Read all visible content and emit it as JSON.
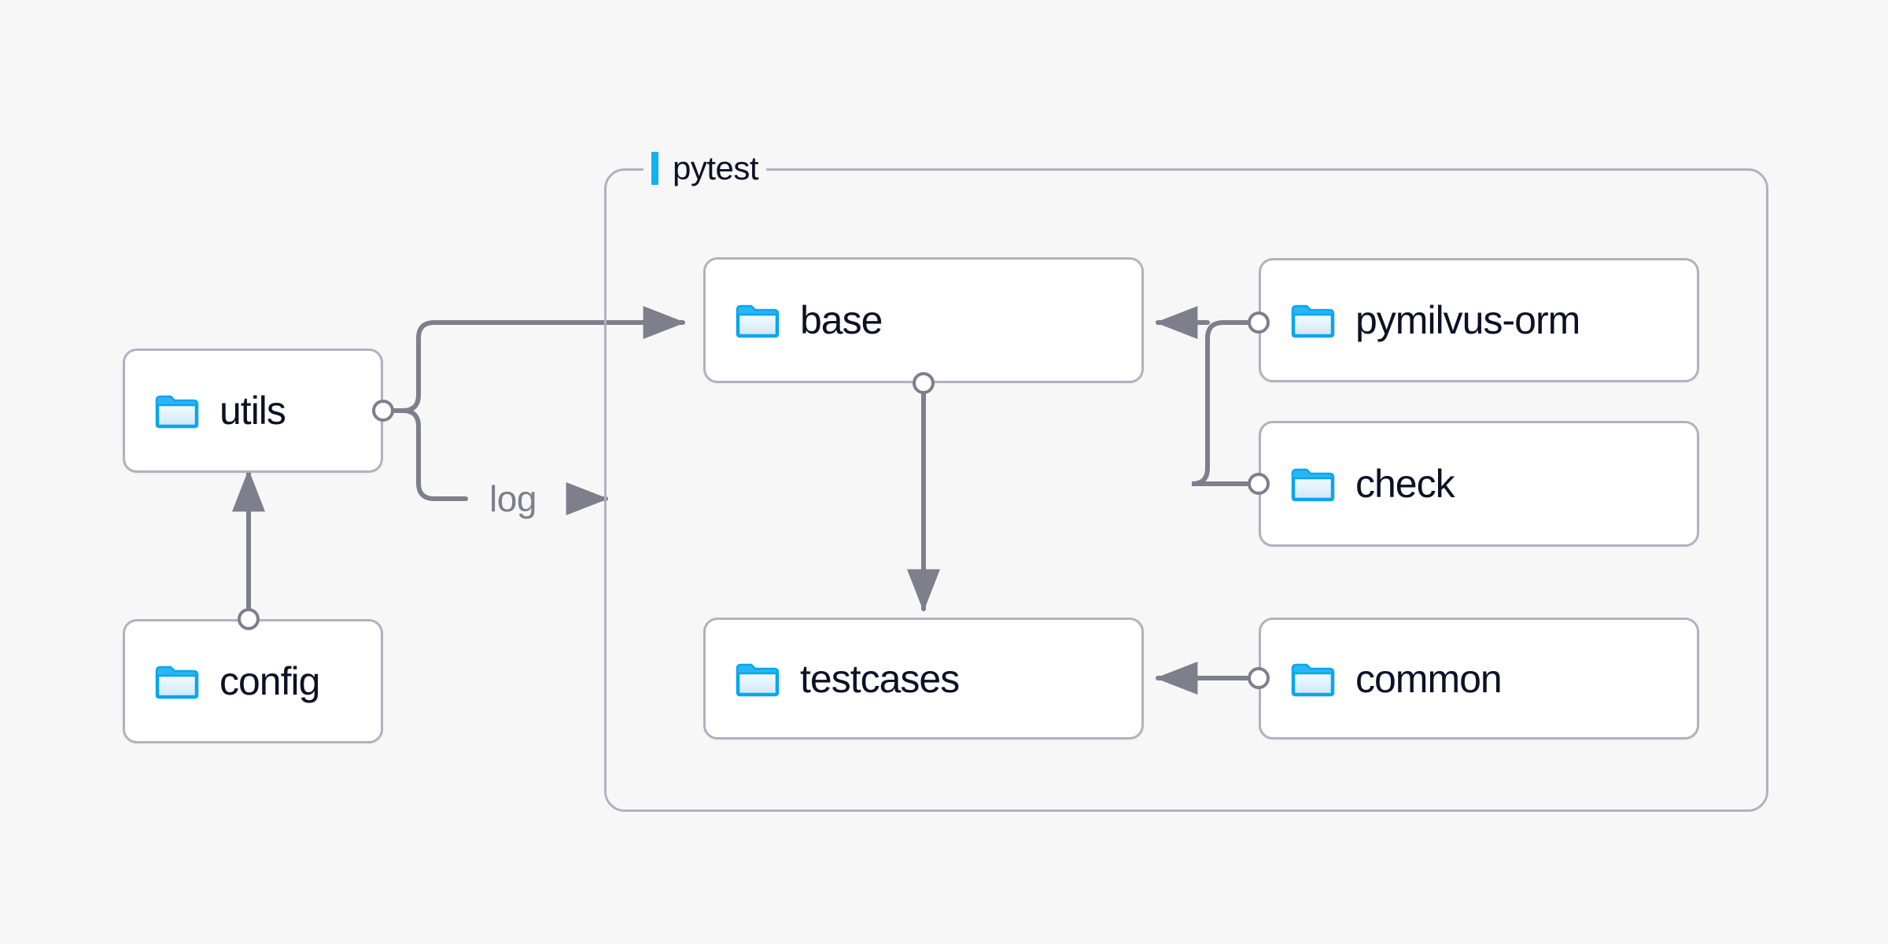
{
  "diagram": {
    "title_visible": false,
    "background_color": "#f7f7f8",
    "accent_color": "#11b1f2",
    "border_color": "#b3b1bf",
    "edge_color": "#7e7e8c",
    "text_color": "#0d1126"
  },
  "group": {
    "label": "pytest",
    "accent_bar_color": "#11b1f2"
  },
  "nodes": [
    {
      "id": "utils",
      "label": "utils",
      "icon": "folder-icon"
    },
    {
      "id": "config",
      "label": "config",
      "icon": "folder-icon"
    },
    {
      "id": "base",
      "label": "base",
      "icon": "folder-icon"
    },
    {
      "id": "testcases",
      "label": "testcases",
      "icon": "folder-icon"
    },
    {
      "id": "pymilvus-orm",
      "label": "pymilvus-orm",
      "icon": "folder-icon"
    },
    {
      "id": "check",
      "label": "check",
      "icon": "folder-icon"
    },
    {
      "id": "common",
      "label": "common",
      "icon": "folder-icon"
    }
  ],
  "edges": [
    {
      "id": "utils-base",
      "from": "utils",
      "to": "base",
      "label": ""
    },
    {
      "id": "utils-log",
      "from": "utils",
      "to": "pytest",
      "label": "log",
      "label_arrow": "→"
    },
    {
      "id": "config-utils",
      "from": "config",
      "to": "utils",
      "label": ""
    },
    {
      "id": "base-testcases",
      "from": "base",
      "to": "testcases",
      "label": ""
    },
    {
      "id": "pymilvus-orm-base",
      "from": "pymilvus-orm",
      "to": "base",
      "label": ""
    },
    {
      "id": "check-base",
      "from": "check",
      "to": "base",
      "label": ""
    },
    {
      "id": "common-testcases",
      "from": "common",
      "to": "testcases",
      "label": ""
    }
  ]
}
